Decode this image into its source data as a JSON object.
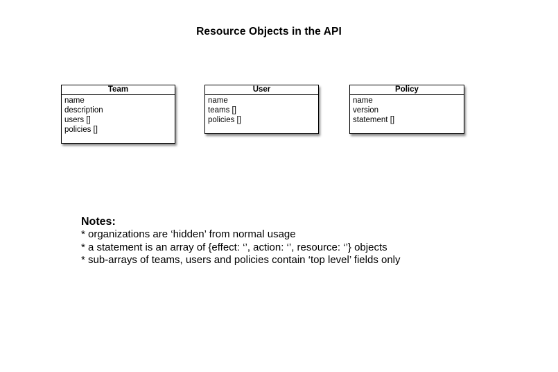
{
  "title": "Resource Objects in the API",
  "entities": [
    {
      "name": "Team",
      "fields": [
        "name",
        "description",
        "users []",
        "policies []"
      ]
    },
    {
      "name": "User",
      "fields": [
        "name",
        "teams []",
        "policies []"
      ]
    },
    {
      "name": "Policy",
      "fields": [
        "name",
        "version",
        "statement []"
      ]
    }
  ],
  "notes": {
    "heading": "Notes:",
    "items": [
      "* organizations are ‘hidden’ from normal usage",
      "* a statement is an array of {effect: ‘’, action: ‘’, resource: ‘’} objects",
      "* sub-arrays of teams, users and policies contain ‘top level’ fields only"
    ]
  }
}
